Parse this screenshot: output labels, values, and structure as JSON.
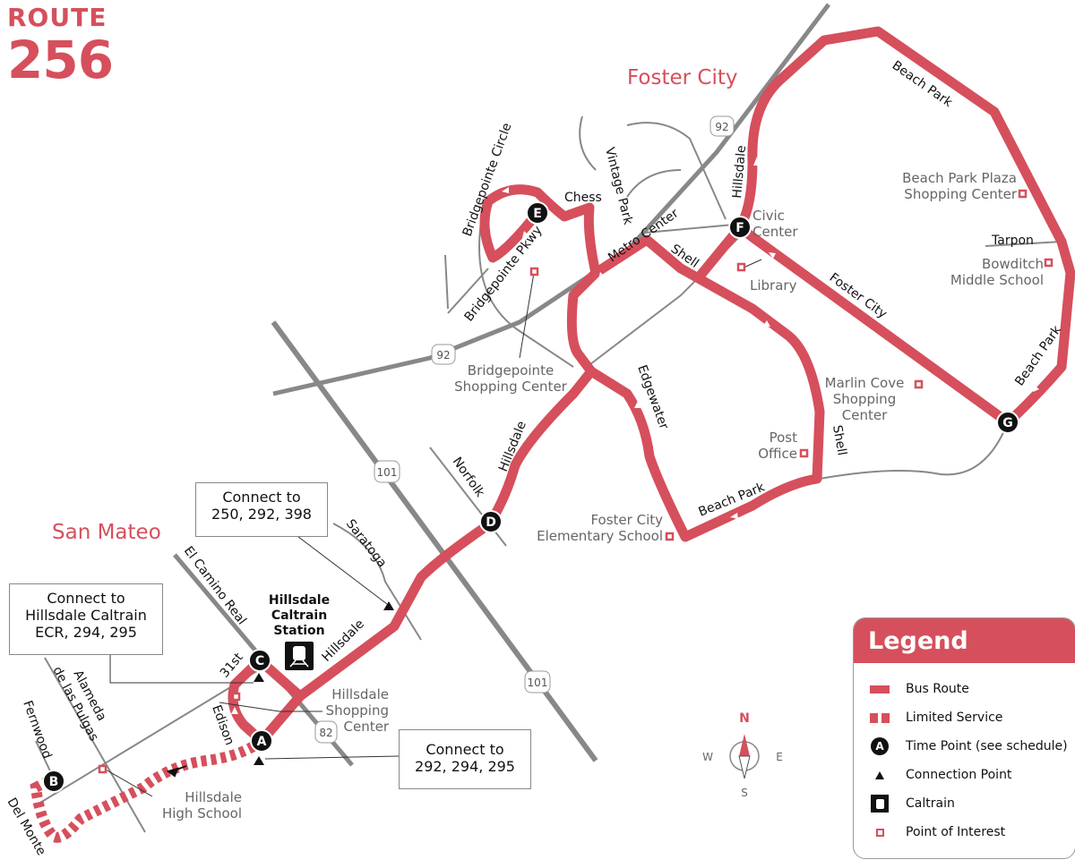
{
  "title": {
    "line1": "ROUTE",
    "line2": "256"
  },
  "colors": {
    "route": "#d64f5c",
    "road": "#888888",
    "text": "#111111"
  },
  "cities": [
    "Foster City",
    "San Mateo"
  ],
  "time_points": [
    "A",
    "B",
    "C",
    "D",
    "E",
    "F",
    "G"
  ],
  "streets": {
    "beach_park_top": "Beach Park",
    "hillsdale_f": "Hillsdale",
    "bridgepointe_circle": "Bridgepointe Circle",
    "chess": "Chess",
    "vintage_park": "Vintage Park",
    "metro_center": "Metro Center",
    "shell_top": "Shell",
    "bridgepointe_pkwy": "Bridgepointe Pkwy",
    "tarpon": "Tarpon",
    "foster_city": "Foster City",
    "beach_park_right": "Beach Park",
    "edgewater": "Edgewater",
    "hillsdale_d": "Hillsdale",
    "norfolk": "Norfolk",
    "shell_right": "Shell",
    "beach_park_bottom": "Beach Park",
    "saratoga": "Saratoga",
    "el_camino": "El Camino Real",
    "hillsdale_c": "Hillsdale",
    "thirty_first": "31st",
    "edison": "Edison",
    "alameda": "Alameda",
    "de_las_pulgas": "de las Pulgas",
    "fernwood": "Fernwood",
    "del_monte": "Del Monte"
  },
  "highways": {
    "h92a": "92",
    "h92b": "92",
    "h101a": "101",
    "h101b": "101",
    "h82": "82"
  },
  "poi": {
    "civic_center": "Civic\nCenter",
    "library": "Library",
    "beach_park_plaza": "Beach Park Plaza\nShopping Center",
    "bowditch": "Bowditch\nMiddle School",
    "marlin_cove": "Marlin Cove\nShopping\nCenter",
    "post_office": "Post\nOffice",
    "foster_elem": "Foster City\nElementary School",
    "bridgepointe_sc": "Bridgepointe\nShopping Center",
    "hillsdale_sc": "Hillsdale\nShopping\nCenter",
    "hillsdale_hs": "Hillsdale\nHigh School"
  },
  "station": "Hillsdale\nCaltrain\nStation",
  "callouts": {
    "c1": "Connect to\n250, 292, 398",
    "c2": "Connect to\nHillsdale Caltrain\nECR, 294, 295",
    "c3": "Connect to\n292, 294, 295"
  },
  "compass": {
    "n": "N",
    "s": "S",
    "e": "E",
    "w": "W"
  },
  "legend": {
    "title": "Legend",
    "items": [
      "Bus Route",
      "Limited Service",
      "Time Point (see schedule)",
      "Connection Point",
      "Caltrain",
      "Point of Interest"
    ],
    "timepoint_sample": "A"
  }
}
